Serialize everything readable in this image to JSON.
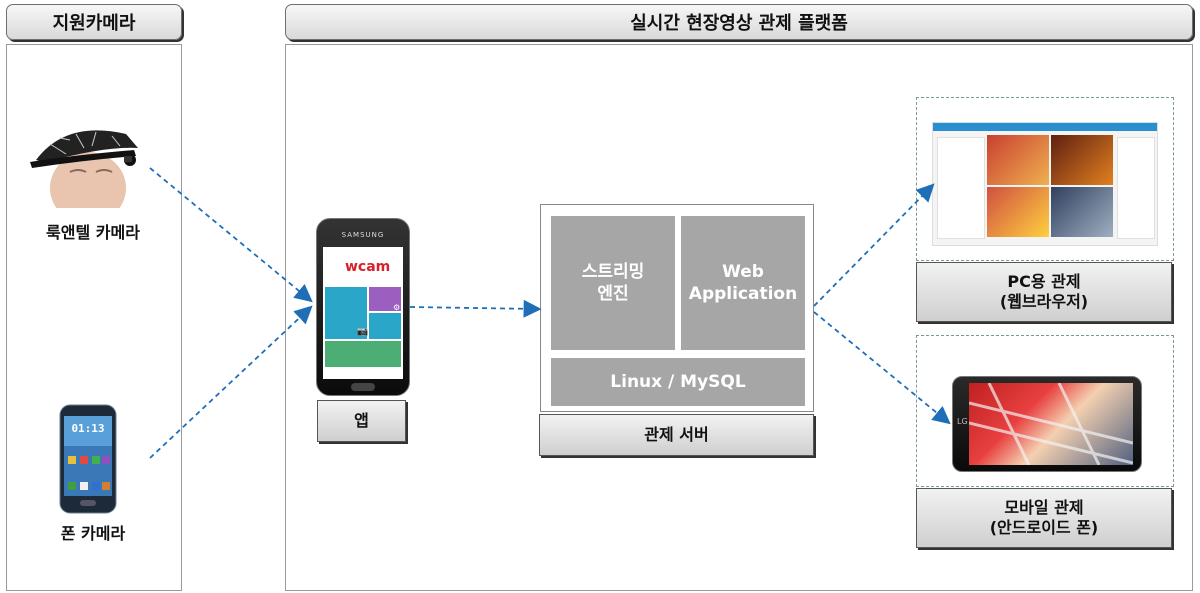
{
  "left_header": "지원카메라",
  "main_header": "실시간 현장영상 관제 플랫폼",
  "cameras": {
    "lookntell_label": "룩앤텔 카메라",
    "phone_label": "폰 카메라",
    "phone_clock": "01:13"
  },
  "app": {
    "label": "앱",
    "brand_text": "SAMSUNG",
    "logo_text": "wcam",
    "tiles": [
      "",
      "",
      "",
      ""
    ]
  },
  "server": {
    "streaming_engine": "스트리밍\n엔진",
    "web_application": "Web\nApplication",
    "linux_mysql": "Linux / MySQL",
    "label": "관제 서버"
  },
  "pc_monitor": {
    "label_line1": "PC용 관제",
    "label_line2": "(웹브라우저)"
  },
  "mobile_monitor": {
    "label_line1": "모바일 관제",
    "label_line2": "(안드로이드 폰)",
    "phone_brand": "LG"
  },
  "colors": {
    "arrow": "#1f6fb8",
    "server_block": "#a6a6a6",
    "app_tile_purple": "#9b5fc0",
    "app_tile_teal": "#2aa6c8",
    "app_tile_green": "#4cae74",
    "app_logo_red": "#d8202a"
  }
}
